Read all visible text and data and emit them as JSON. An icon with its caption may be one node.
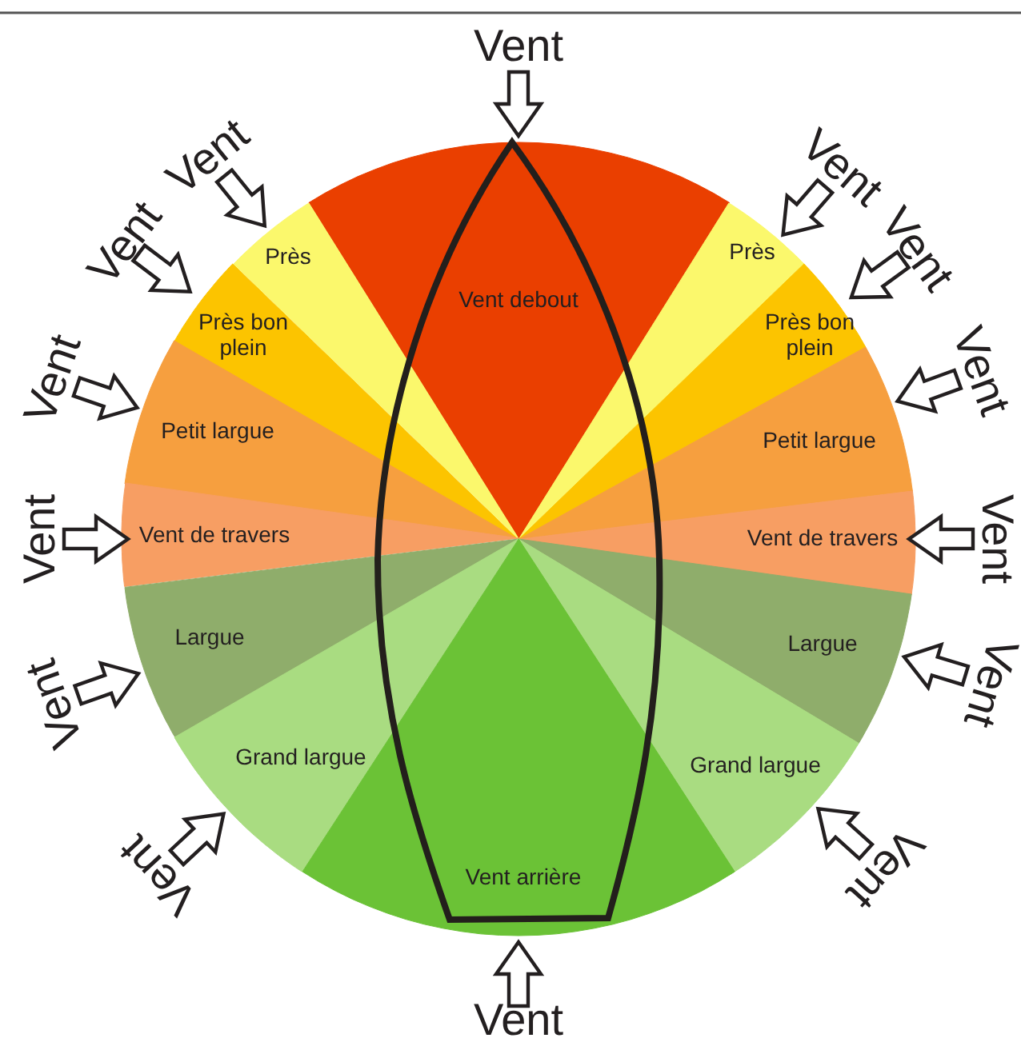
{
  "diagram": {
    "nodes": [
      {
        "text": [
          "Vent debout"
        ]
      },
      {
        "text": [
          "Près"
        ]
      },
      {
        "text": [
          "Près"
        ]
      },
      {
        "text": [
          "Près bon plein"
        ]
      },
      {
        "text": [
          "Près bon plein"
        ]
      },
      {
        "text": [
          "Petit largue"
        ]
      },
      {
        "text": [
          "Petit largue"
        ]
      },
      {
        "text": [
          "Vent de travers"
        ]
      },
      {
        "text": [
          "Vent de travers"
        ]
      },
      {
        "text": [
          "Largue"
        ]
      },
      {
        "text": [
          "Largue"
        ]
      },
      {
        "text": [
          "Grand largue"
        ]
      },
      {
        "text": [
          "Grand largue"
        ]
      },
      {
        "text": [
          "Vent arrière"
        ]
      }
    ],
    "labels": [
      "Vent",
      "Vent",
      "Vent",
      "Vent",
      "Vent",
      "Vent",
      "Vent",
      "Vent",
      "Vent",
      "Vent",
      "Vent",
      "Vent",
      "Vent",
      "Vent"
    ]
  }
}
